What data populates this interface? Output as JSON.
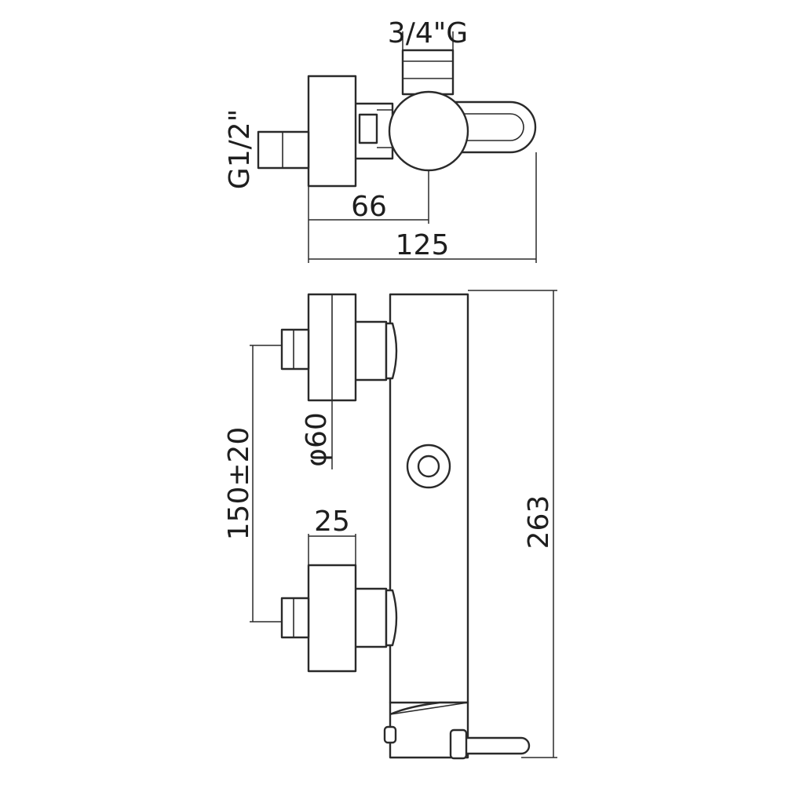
{
  "drawing": {
    "labels": {
      "outlet_thread": "3/4\"G",
      "inlet_thread": "G1/2\"",
      "axis_offset": "66",
      "total_depth": "125",
      "flange_diameter": "φ60",
      "inlet_spacing": "150±20",
      "eccentric_length": "25",
      "total_height": "263"
    }
  }
}
